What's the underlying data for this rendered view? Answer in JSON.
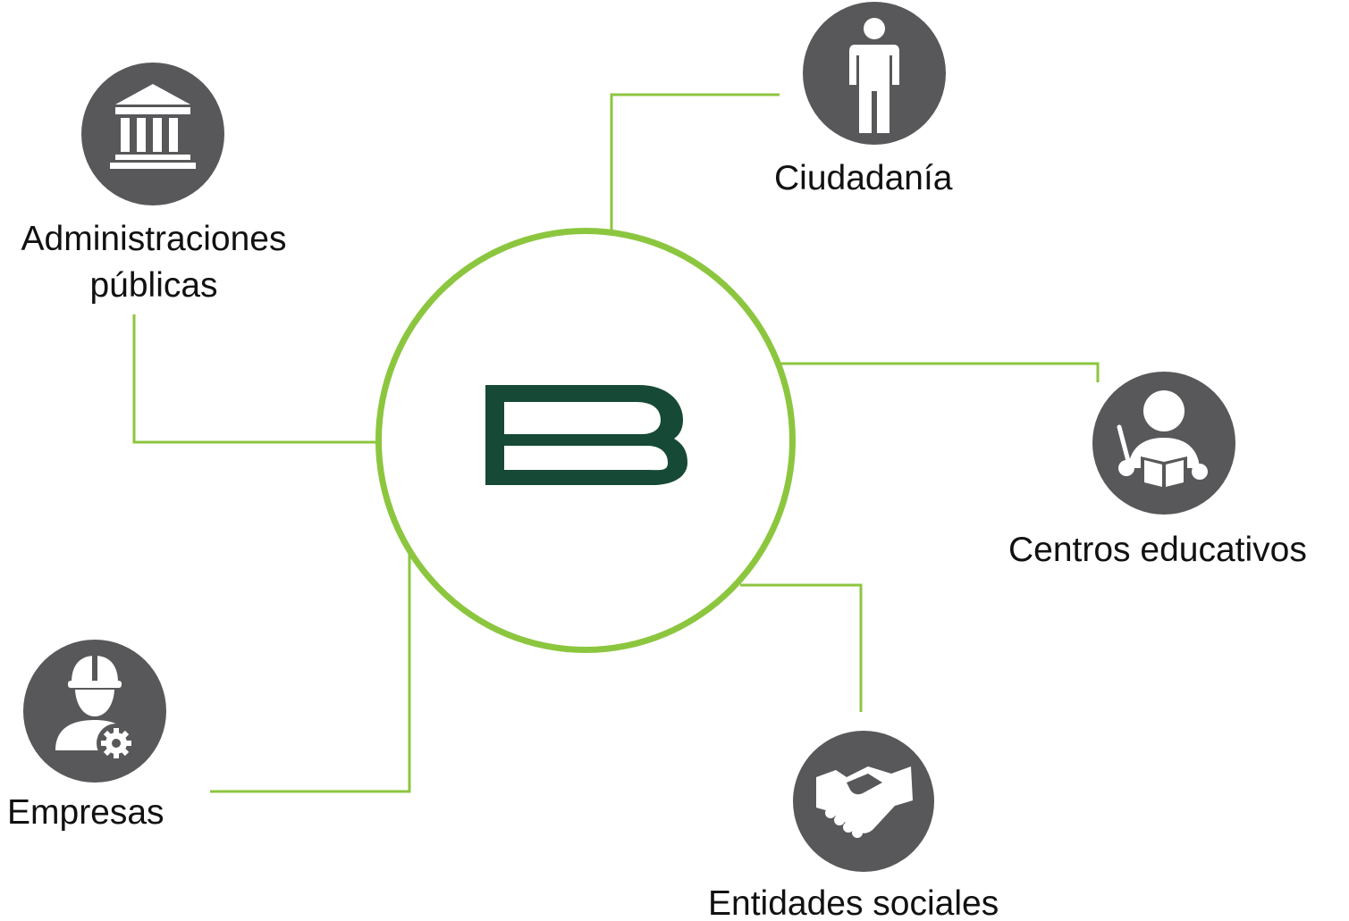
{
  "diagram": {
    "center": {
      "logo": "letter-b-logo",
      "logo_color": "#174a36",
      "ring_color": "#8cc63f"
    },
    "colors": {
      "connector": "#8cc63f",
      "icon_background": "#58585a",
      "icon_glyph": "#ffffff",
      "label": "#111111"
    },
    "nodes": {
      "ciudadania": {
        "label": "Ciudadanía",
        "icon": "person-icon"
      },
      "administraciones": {
        "label_line1": "Administraciones",
        "label_line2": "públicas",
        "icon": "government-building-icon"
      },
      "centros": {
        "label": "Centros educativos",
        "icon": "teacher-reading-icon"
      },
      "empresas": {
        "label": "Empresas",
        "icon": "worker-gear-icon"
      },
      "entidades": {
        "label": "Entidades sociales",
        "icon": "handshake-icon"
      }
    }
  }
}
